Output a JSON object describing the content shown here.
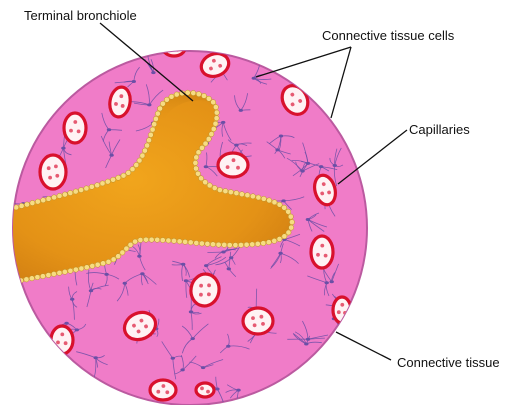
{
  "labels": {
    "terminal_bronchiole": "Terminal bronchiole",
    "connective_tissue_cells": "Connective tissue cells",
    "capillaries": "Capillaries",
    "connective_tissue": "Connective tissue"
  },
  "colors": {
    "tissue_fill": "#f07cc8",
    "tissue_outline": "#bb5aa0",
    "bronchiole_fill": "#e59a1a",
    "bronchiole_edge": "#f6c84a",
    "epithelium_bead": "#f7dc82",
    "capillary_wall": "#d8112d",
    "capillary_lumen": "#fff2f4",
    "fibroblast": "#6b4fa6",
    "leader_line": "#111111"
  }
}
